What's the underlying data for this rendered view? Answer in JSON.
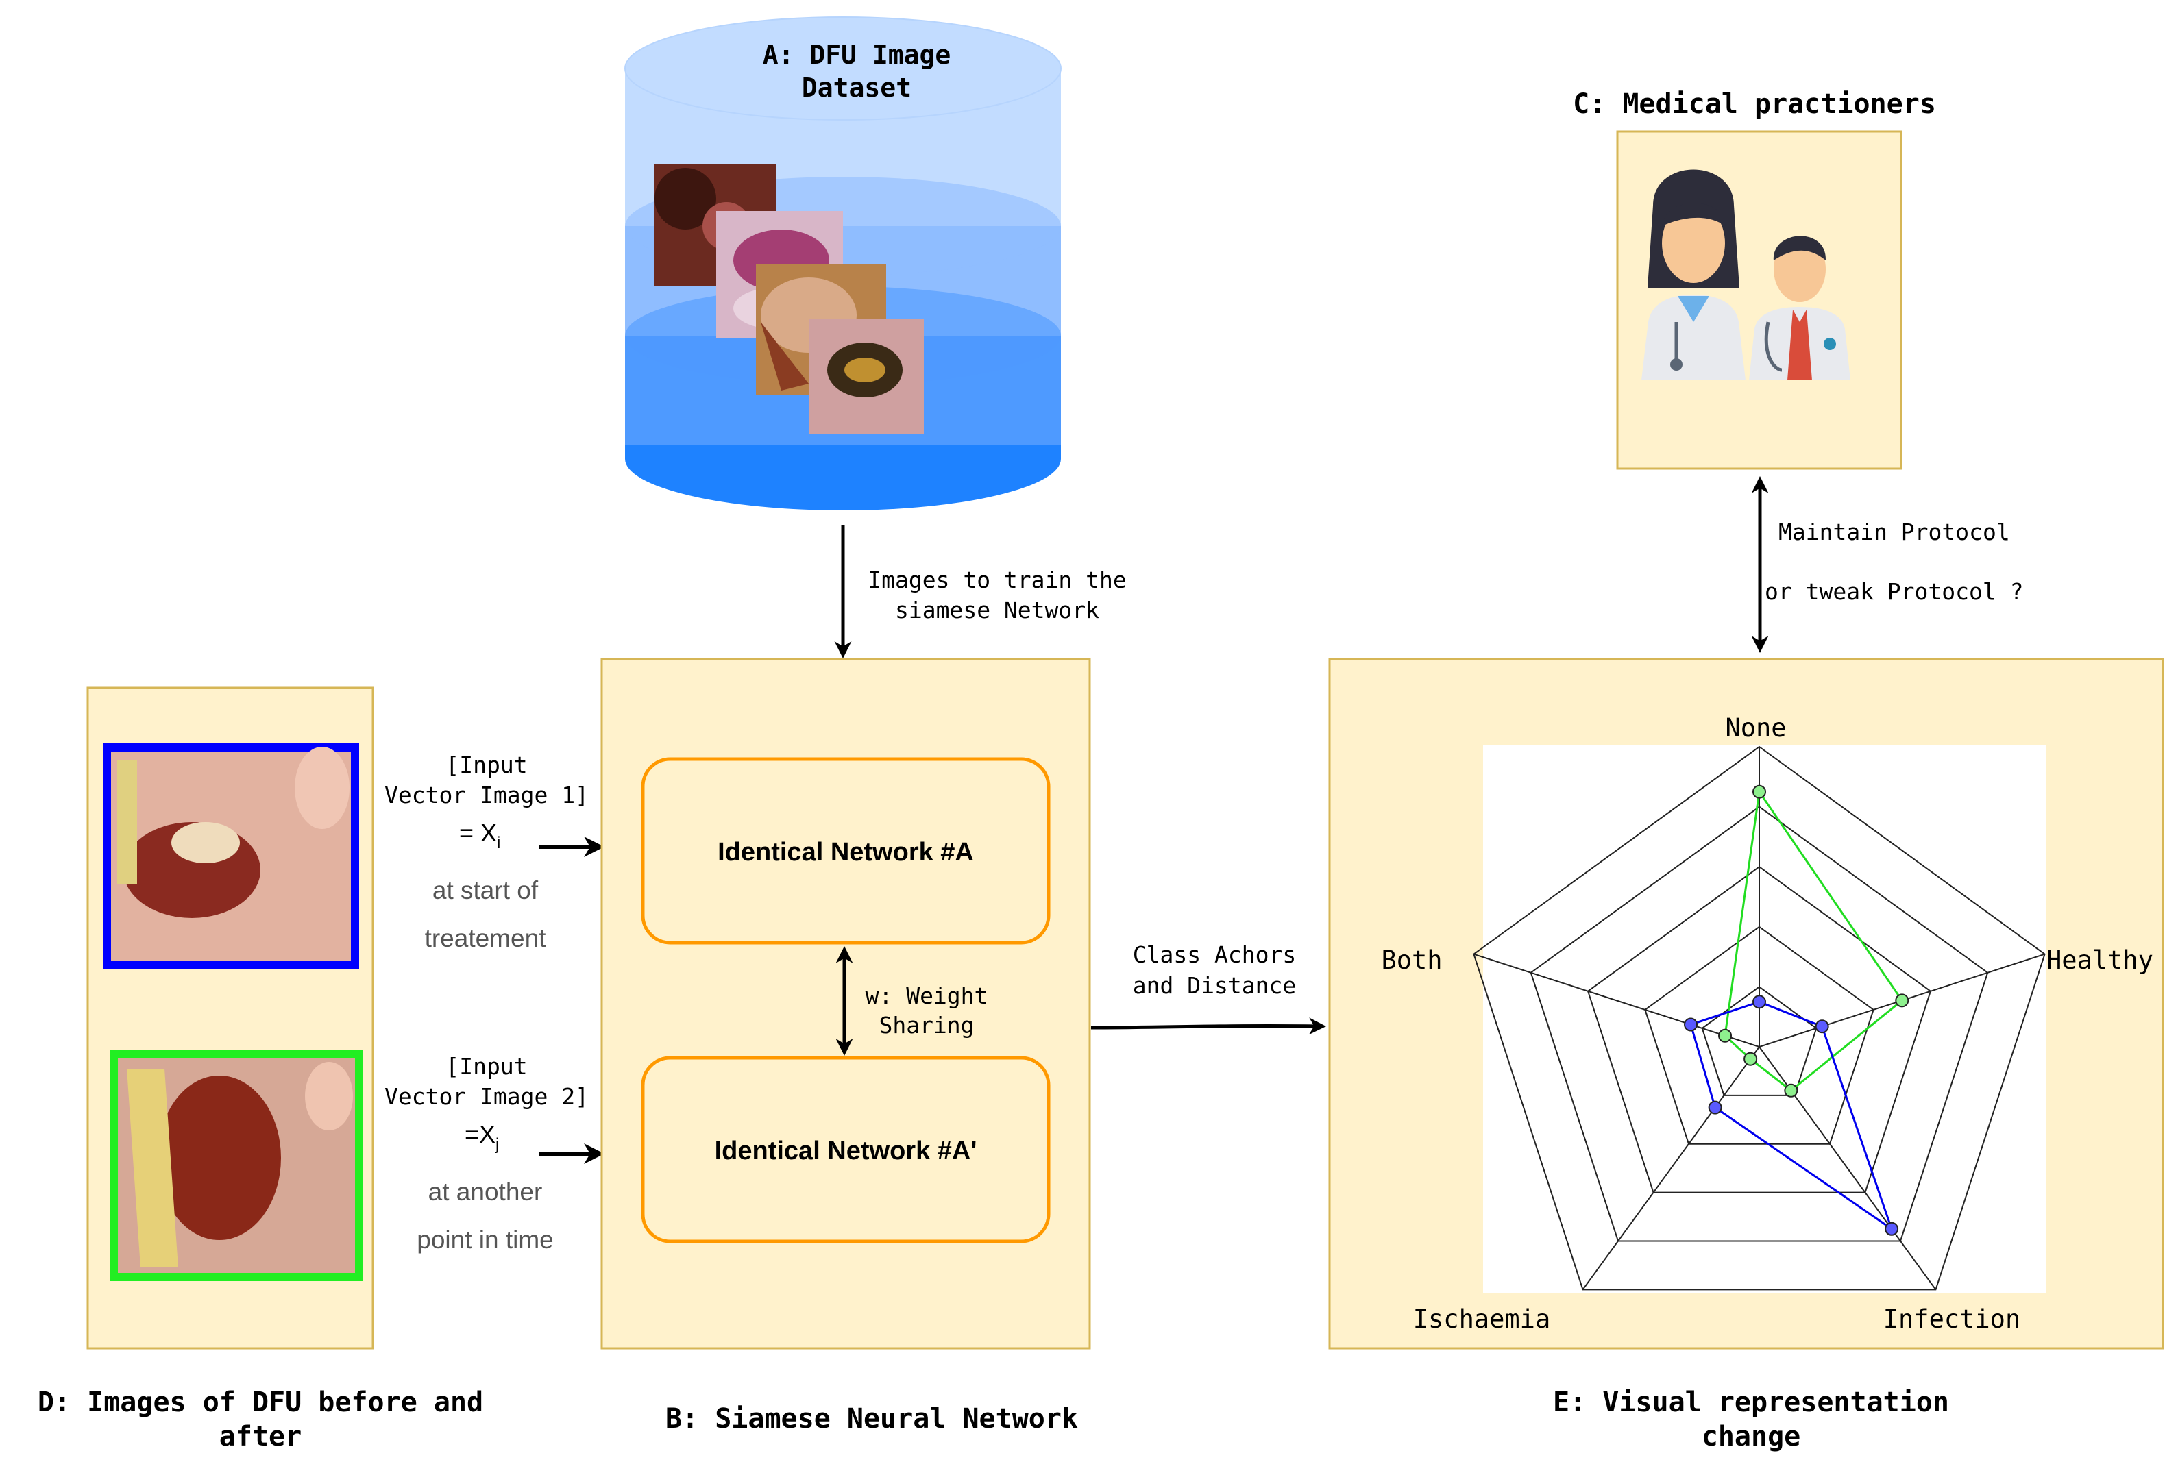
{
  "dataset": {
    "title_line1": "A: DFU Image",
    "title_line2": "Dataset"
  },
  "arrow_dataset_to_network": {
    "line1": "Images to train the",
    "line2": "siamese Network"
  },
  "practitioners": {
    "title": "C: Medical practioners"
  },
  "arrow_practitioners": {
    "line1": "Maintain Protocol",
    "line2": "or tweak Protocol ?"
  },
  "input1": {
    "line1": "[Input",
    "line2": "Vector Image 1]",
    "eq": "= X",
    "sub": "i",
    "desc1": "at start of",
    "desc2": "treatement"
  },
  "input2": {
    "line1": "[Input",
    "line2": "Vector Image 2]",
    "eq": "=X",
    "sub": "j",
    "desc1": "at another",
    "desc2": "point in time"
  },
  "network": {
    "box_a": "Identical Network #A",
    "box_b": "Identical Network #A'",
    "weight_line1": "w: Weight",
    "weight_line2": "Sharing"
  },
  "arrow_to_visual": {
    "line1": "Class Achors",
    "line2": "and Distance"
  },
  "captions": {
    "d_line1": "D: Images of DFU before and",
    "d_line2": "after",
    "b": "B: Siamese Neural Network",
    "e_line1": "E: Visual representation",
    "e_line2": "change"
  },
  "colors": {
    "panel_fill": "#fff2cc",
    "panel_stroke": "#d6b656",
    "network_box_stroke": "#ff9900",
    "db_top": "#c2dcff",
    "db_mid": "#8fbdff",
    "db_low": "#4e9aff",
    "db_bottom": "#1e82ff",
    "image1_frame": "#0000ff",
    "image2_frame": "#22ee22",
    "series_green": "#22dd22",
    "series_blue": "#0000ee"
  },
  "chart_data": {
    "type": "radar",
    "axes": [
      "None",
      "Healthy",
      "Infection",
      "Ischaemia",
      "Both"
    ],
    "levels": 5,
    "range": [
      0,
      1
    ],
    "series": [
      {
        "color": "green",
        "values": [
          0.85,
          0.5,
          0.18,
          0.05,
          0.12
        ]
      },
      {
        "color": "blue",
        "values": [
          0.15,
          0.22,
          0.75,
          0.25,
          0.24
        ]
      }
    ]
  }
}
